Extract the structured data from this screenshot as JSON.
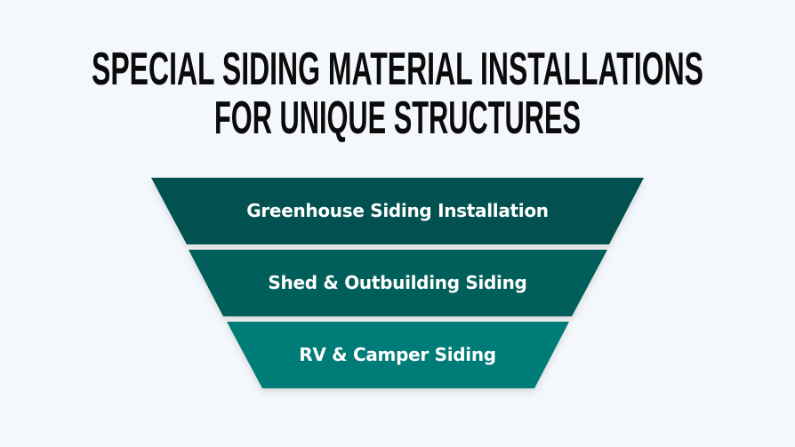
{
  "title": {
    "line1": "SPECIAL SIDING MATERIAL INSTALLATIONS",
    "line2": "FOR UNIQUE STRUCTURES"
  },
  "funnel": {
    "levels": [
      {
        "label": "Greenhouse Siding Installation",
        "color": "#03514f"
      },
      {
        "label": "Shed & Outbuilding Siding",
        "color": "#055e5a"
      },
      {
        "label": "RV & Camper Siding",
        "color": "#047c78"
      }
    ]
  }
}
